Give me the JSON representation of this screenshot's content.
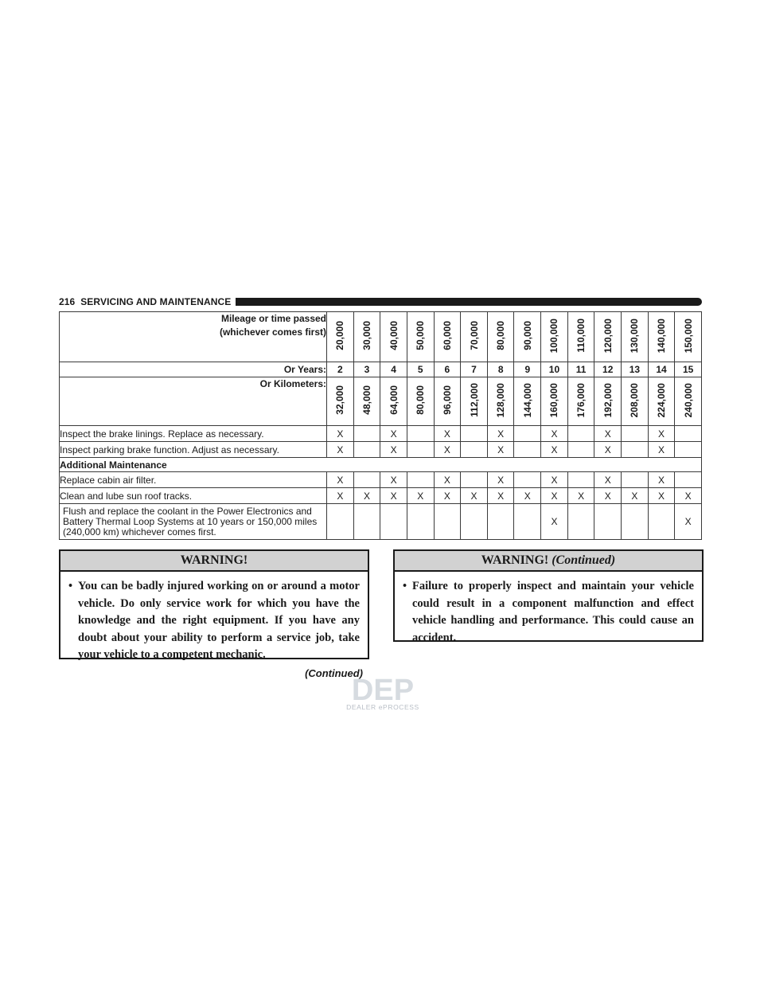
{
  "header": {
    "page_number": "216",
    "section_title": "SERVICING AND MAINTENANCE"
  },
  "table": {
    "label_mileage_line1": "Mileage or time passed",
    "label_mileage_line2": "(whichever comes first)",
    "label_years": "Or Years:",
    "label_kilometers": "Or Kilometers:",
    "mileage": [
      "20,000",
      "30,000",
      "40,000",
      "50,000",
      "60,000",
      "70,000",
      "80,000",
      "90,000",
      "100,000",
      "110,000",
      "120,000",
      "130,000",
      "140,000",
      "150,000"
    ],
    "years": [
      "2",
      "3",
      "4",
      "5",
      "6",
      "7",
      "8",
      "9",
      "10",
      "11",
      "12",
      "13",
      "14",
      "15"
    ],
    "kilometers": [
      "32,000",
      "48,000",
      "64,000",
      "80,000",
      "96,000",
      "112,000",
      "128,000",
      "144,000",
      "160,000",
      "176,000",
      "192,000",
      "208,000",
      "224,000",
      "240,000"
    ],
    "rows_before": [
      {
        "label": "Inspect the brake linings. Replace as necessary.",
        "marks": [
          "X",
          "",
          "X",
          "",
          "X",
          "",
          "X",
          "",
          "X",
          "",
          "X",
          "",
          "X",
          ""
        ]
      },
      {
        "label": "Inspect parking brake function. Adjust as necessary.",
        "marks": [
          "X",
          "",
          "X",
          "",
          "X",
          "",
          "X",
          "",
          "X",
          "",
          "X",
          "",
          "X",
          ""
        ]
      }
    ],
    "section_title": "Additional Maintenance",
    "rows_after": [
      {
        "label": "Replace cabin air filter.",
        "marks": [
          "X",
          "",
          "X",
          "",
          "X",
          "",
          "X",
          "",
          "X",
          "",
          "X",
          "",
          "X",
          ""
        ]
      },
      {
        "label": "Clean and lube sun roof tracks.",
        "marks": [
          "X",
          "X",
          "X",
          "X",
          "X",
          "X",
          "X",
          "X",
          "X",
          "X",
          "X",
          "X",
          "X",
          "X"
        ]
      },
      {
        "label": "Flush and replace the coolant in the Power Electronics and Battery Thermal Loop Systems at 10 years or 150,000 miles (240,000 km) whichever comes first.",
        "marks": [
          "",
          "",
          "",
          "",
          "",
          "",
          "",
          "",
          "X",
          "",
          "",
          "",
          "",
          "X"
        ]
      }
    ]
  },
  "warning_left": {
    "title": "WARNING!",
    "text": "You can be badly injured working on or around a motor vehicle. Do only service work for which you have the knowledge and the right equipment. If you have any doubt about your ability to perform a service job, take your vehicle to a competent mechanic."
  },
  "warning_right": {
    "title": "WARNING!",
    "title_suffix": "(Continued)",
    "text": "Failure to properly inspect and maintain your vehicle could result in a component malfunction and effect vehicle handling and performance. This could cause an accident."
  },
  "continued_label": "(Continued)",
  "watermark": {
    "logo_text": "DEP",
    "tagline": "DEALER ePROCESS"
  }
}
